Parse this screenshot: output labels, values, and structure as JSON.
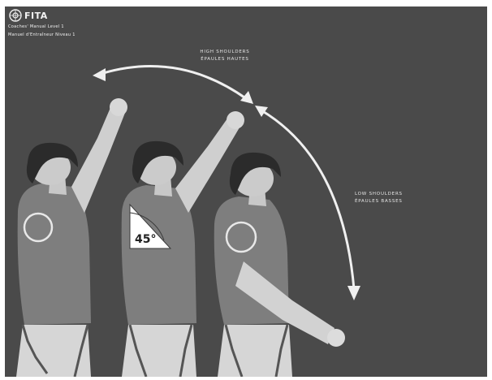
{
  "header": {
    "logo_text": "FITA",
    "subtitle_line1": "Coaches' Manual Level 1",
    "subtitle_line2": "Manuel d'Entraîneur Niveau 1"
  },
  "annotations": {
    "high_shoulders_line1": "HIGH SHOULDERS",
    "high_shoulders_line2": "ÉPAULES HAUTES",
    "low_shoulders_line1": "LOW SHOULDERS",
    "low_shoulders_line2": "ÉPAULES BASSES",
    "angle_label": "45°"
  },
  "colors": {
    "background": "#4a4a4a",
    "border": "#ffffff",
    "arrow": "#f0f0f0",
    "skin": "#c9c9c9",
    "shirt": "#7a7a7a",
    "hair": "#2a2a2a"
  },
  "icons": {
    "logo": "fita-logo-icon"
  }
}
